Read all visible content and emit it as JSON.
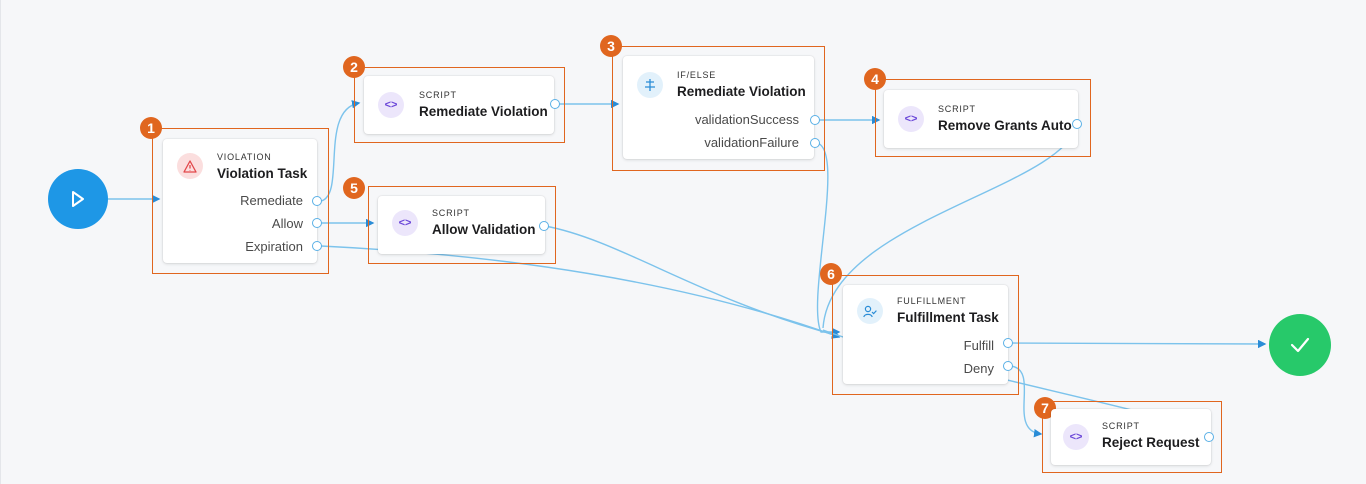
{
  "nodes": {
    "violation": {
      "badge": "1",
      "type": "VIOLATION",
      "title": "Violation Task",
      "ports": [
        "Remediate",
        "Allow",
        "Expiration"
      ]
    },
    "script_remediate": {
      "badge": "2",
      "type": "SCRIPT",
      "title": "Remediate Violation"
    },
    "ifelse": {
      "badge": "3",
      "type": "IF/ELSE",
      "title": "Remediate Violation",
      "ports": [
        "validationSuccess",
        "validationFailure"
      ]
    },
    "script_remove": {
      "badge": "4",
      "type": "SCRIPT",
      "title": "Remove Grants Auto"
    },
    "script_allow": {
      "badge": "5",
      "type": "SCRIPT",
      "title": "Allow Validation"
    },
    "fulfillment": {
      "badge": "6",
      "type": "FULFILLMENT",
      "title": "Fulfillment Task",
      "ports": [
        "Fulfill",
        "Deny"
      ]
    },
    "script_reject": {
      "badge": "7",
      "type": "SCRIPT",
      "title": "Reject Request"
    }
  },
  "icons": {
    "start": "play-icon",
    "end": "check-icon",
    "script": "code-icon",
    "violation": "warning-icon",
    "ifelse": "branch-icon",
    "fulfillment": "user-check-icon"
  },
  "colors": {
    "highlight": "#e0661f",
    "edge": "#7cc3ec",
    "start": "#1e97e6",
    "end": "#27c96a"
  }
}
